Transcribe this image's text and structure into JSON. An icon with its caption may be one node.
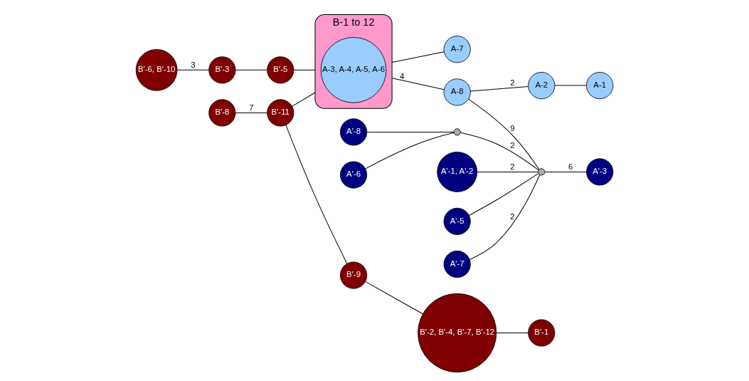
{
  "diagram": {
    "nodes": [
      {
        "text": [
          "B'-6, B'-10"
        ]
      },
      {
        "text": [
          "B'-3"
        ]
      },
      {
        "text": [
          "B'-5"
        ]
      },
      {
        "text": [
          "B-1 to 12"
        ]
      },
      {
        "text": [
          "A-3, A-4, A-5, A-6"
        ],
        "in": 3
      },
      {
        "text": [
          "A-7"
        ]
      },
      {
        "text": [
          "A-8"
        ]
      },
      {
        "text": [
          "A-2"
        ]
      },
      {
        "text": [
          "A-1"
        ]
      },
      {
        "text": [
          "B'-8"
        ]
      },
      {
        "text": [
          "B'-11"
        ]
      },
      {
        "text": [
          "B'-9"
        ]
      },
      {
        "text": [
          "B'-2, B'-4, B'-7, B'-12"
        ]
      },
      {
        "text": [
          "B'-1"
        ]
      },
      {
        "text": [
          "A'-8"
        ]
      },
      {
        "text": [
          "A'-6"
        ]
      },
      {
        "text": [],
        "shape": "circle"
      },
      {
        "text": [
          "A'-1, A'-2"
        ]
      },
      {
        "text": [
          "A'-5"
        ]
      },
      {
        "text": [],
        "shape": "circle"
      },
      {
        "text": [
          "A'-7"
        ]
      },
      {
        "text": [
          "A'-3"
        ]
      }
    ],
    "edges": [
      {
        "from": 0,
        "to": 1,
        "arrow": "none",
        "label": "3"
      },
      {
        "from": 1,
        "to": 2,
        "arrow": "none"
      },
      {
        "from": 2,
        "to": 3,
        "arrow": "none"
      },
      {
        "from": 3,
        "to": 5,
        "arrow": "none"
      },
      {
        "from": 3,
        "to": 6,
        "arrow": "none",
        "label": "4"
      },
      {
        "from": 6,
        "to": 7,
        "arrow": "none",
        "label": "2"
      },
      {
        "from": 7,
        "to": 8,
        "arrow": "none"
      },
      {
        "from": 10,
        "to": 3,
        "arrow": "none"
      },
      {
        "from": 9,
        "to": 10,
        "arrow": "none",
        "label": "7"
      },
      {
        "from": 10,
        "to": 11,
        "arrow": "none"
      },
      {
        "from": 11,
        "to": 12,
        "arrow": "none"
      },
      {
        "from": 12,
        "to": 13,
        "arrow": "none"
      },
      {
        "from": 6,
        "to": 19,
        "arrow": "none",
        "label": "9"
      },
      {
        "from": 14,
        "to": 16,
        "arrow": "none"
      },
      {
        "from": 15,
        "to": 16,
        "arrow": "none"
      },
      {
        "from": 16,
        "to": 19,
        "arrow": "none",
        "label": "2"
      },
      {
        "from": 17,
        "to": 19,
        "arrow": "none",
        "label": "2"
      },
      {
        "from": 18,
        "to": 19,
        "arrow": "none"
      },
      {
        "from": 20,
        "to": 19,
        "arrow": "none",
        "label": "2"
      },
      {
        "from": 19,
        "to": 21,
        "arrow": "none",
        "label": "6"
      }
    ]
  }
}
